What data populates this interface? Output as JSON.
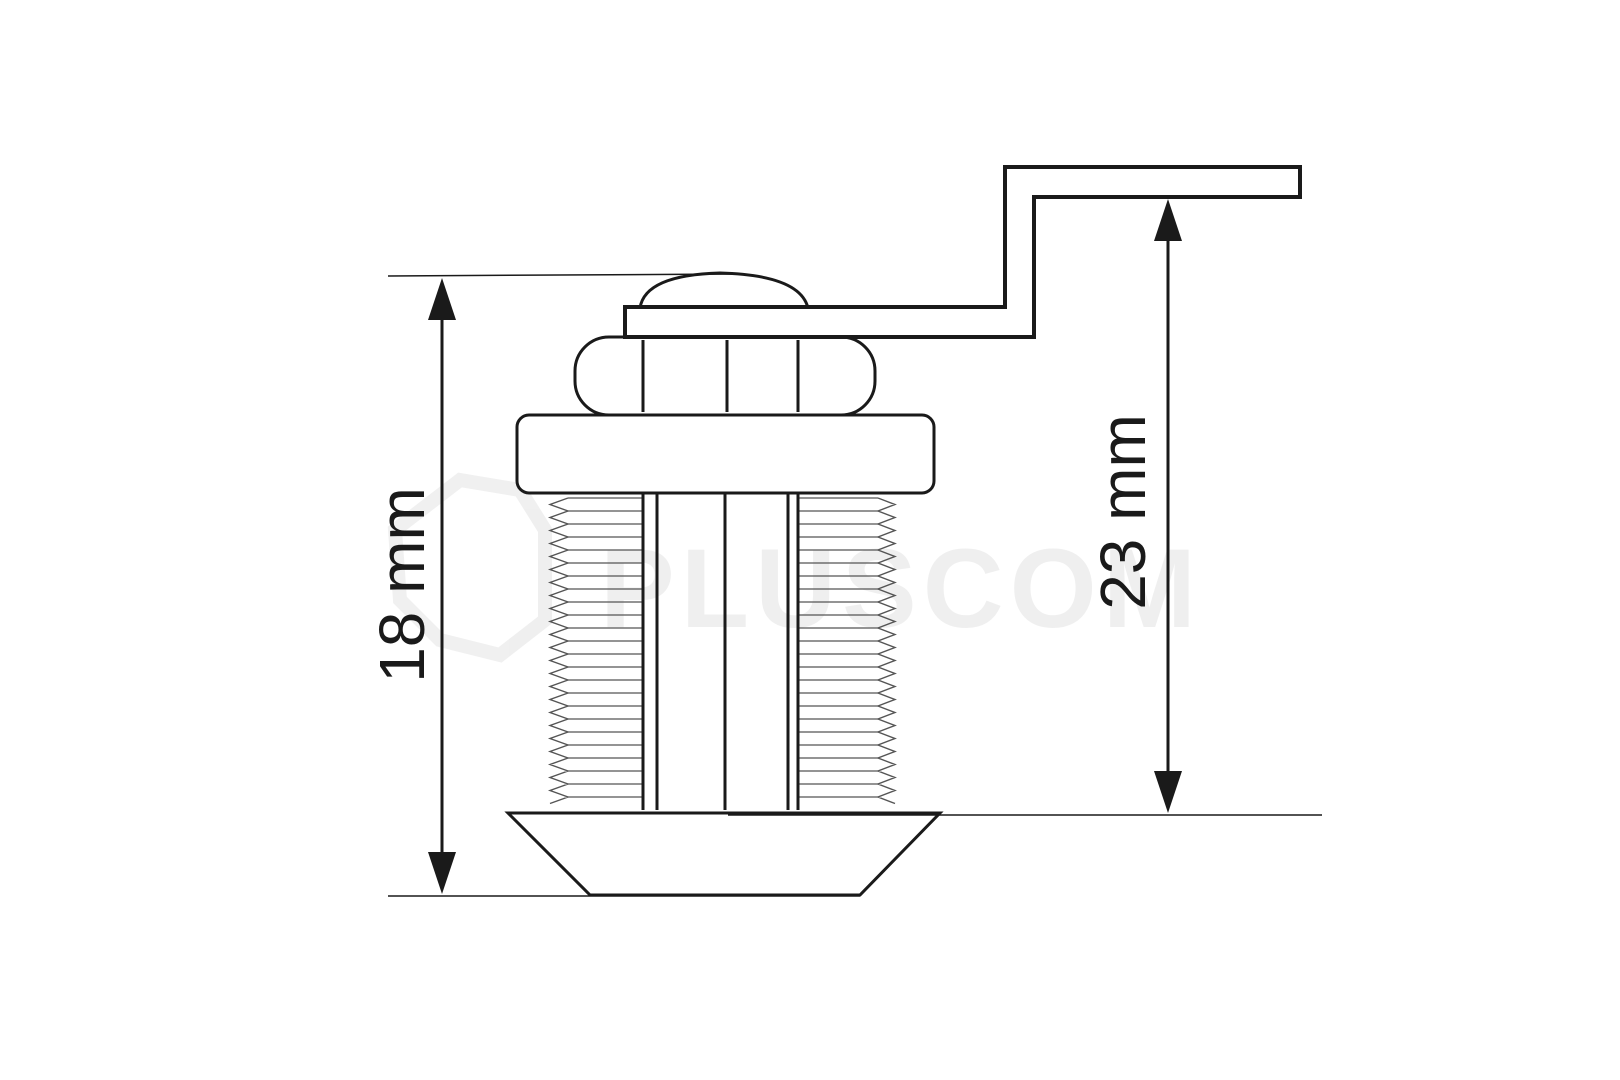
{
  "dimensions": {
    "left": {
      "label": "18 mm"
    },
    "right": {
      "label": "23 mm"
    }
  },
  "watermark": {
    "text": "PLUSCOM"
  },
  "colors": {
    "line": "#1a1a1a",
    "thread_line": "#555555",
    "watermark": "#e8e8e8",
    "background": "#ffffff"
  }
}
